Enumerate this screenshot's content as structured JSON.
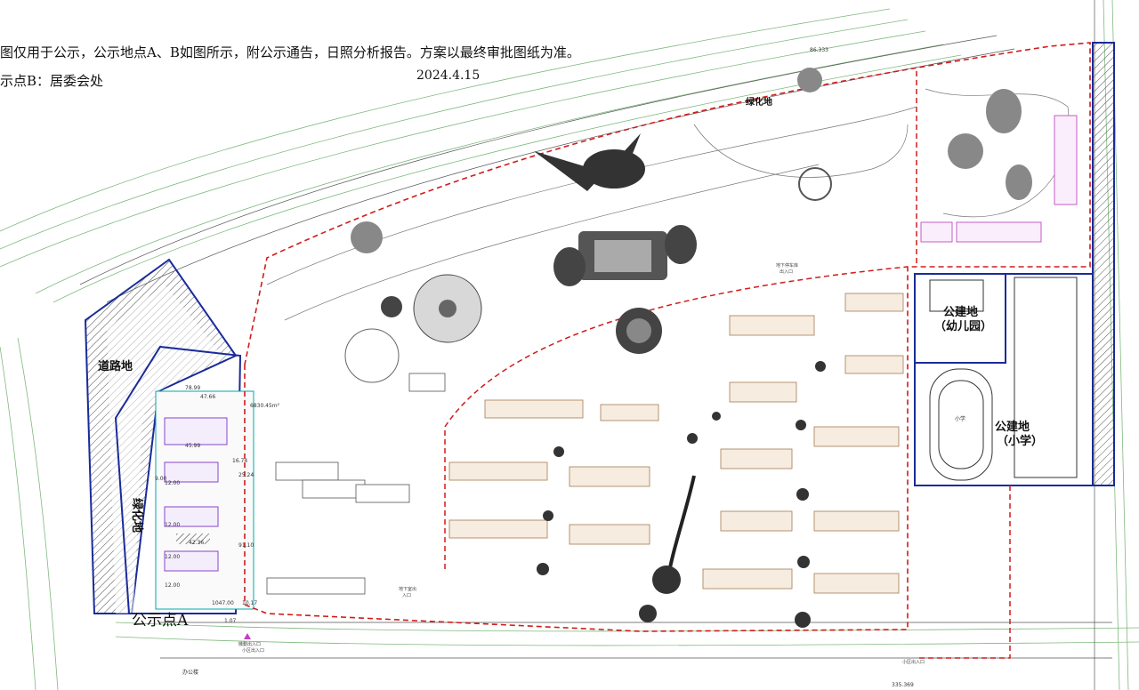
{
  "notice": {
    "line1": "图仅用于公示，公示地点A、B如图所示，附公示通告，日照分析报告。方案以最终审批图纸为准。",
    "date": "2024.4.15",
    "line2": "示点B：居委会处"
  },
  "zones": {
    "road_land": "道路地",
    "greenbelt_left": "绿化地",
    "greenbelt_top": "绿化地",
    "kindergarten_title": "公建地",
    "kindergarten_sub": "（幼儿园）",
    "school_title": "公建地",
    "school_sub": "（小学）",
    "track_label": "小学"
  },
  "markers": {
    "point_a": "公示点A",
    "entrance_bottom": "機動出入口",
    "entrance_bottom_sub": "小区出入口",
    "ug_parking_1": "地下停车库",
    "ug_parking_1b": "出入口",
    "ug_parking_2": "地下室出",
    "ug_parking_2b": "入口",
    "district_gate": "小区出入口",
    "office_building": "办公楼",
    "area_note": "6830.45m²"
  },
  "dimensions": {
    "d1": "78.99",
    "d2": "47.66",
    "d3": "45.99",
    "d4": "12.00",
    "d5": "25.24",
    "d6": "12.00",
    "d7": "91.10",
    "d8": "42.36",
    "d9": "12.00",
    "d10": "12.00",
    "d11": "9.00",
    "d12": "1047.00",
    "d13": "10.17",
    "d14": "335.369",
    "d15": "16.74",
    "d16": "86.333",
    "d17": "1.07"
  }
}
